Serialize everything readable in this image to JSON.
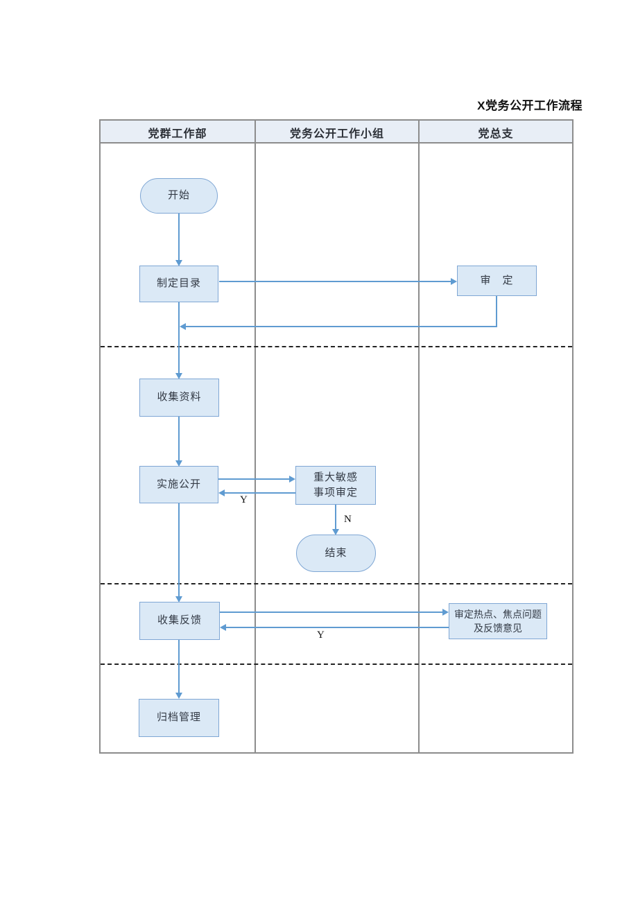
{
  "title": "X党务公开工作流程",
  "lanes": [
    {
      "label": "党群工作部"
    },
    {
      "label": "党务公开工作小组"
    },
    {
      "label": "党总支"
    }
  ],
  "nodes": {
    "start": {
      "label": "开始",
      "type": "stadium"
    },
    "make_catalog": {
      "label": "制定目录",
      "type": "process"
    },
    "review": {
      "label": "审　定",
      "type": "process"
    },
    "collect_materials": {
      "label": "收集资料",
      "type": "process"
    },
    "implement_disclosure": {
      "label": "实施公开",
      "type": "process"
    },
    "major_sensitive_review": {
      "label": "重大敏感\n事项审定",
      "type": "process"
    },
    "end": {
      "label": "结束",
      "type": "stadium"
    },
    "collect_feedback": {
      "label": "收集反馈",
      "type": "process"
    },
    "review_hot_issues": {
      "label": "审定热点、焦点问题\n及反馈意见",
      "type": "process"
    },
    "archive_management": {
      "label": "归档管理",
      "type": "process"
    }
  },
  "edge_labels": {
    "major_review_yes": "Y",
    "major_review_no": "N",
    "feedback_yes": "Y"
  },
  "colors": {
    "node_fill": "#dbe9f6",
    "node_border": "#7ea6d4",
    "arrow": "#5f9bd1",
    "lane_border": "#8c8c8c",
    "header_fill": "#e8eef6",
    "dash_color": "#222222"
  }
}
